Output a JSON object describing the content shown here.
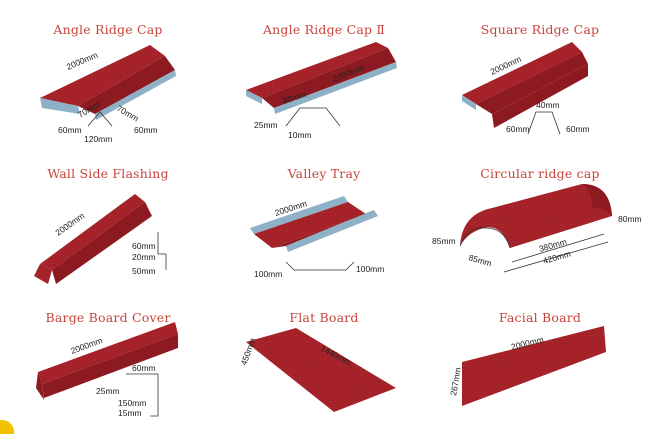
{
  "items": [
    {
      "title": "Angle Ridge Cap",
      "dims": [
        "2000mm",
        "70mm",
        "70mm",
        "60mm",
        "60mm",
        "120mm"
      ]
    },
    {
      "title": "Angle Ridge Cap Ⅱ",
      "dims": [
        "2000mm",
        "80mm",
        "25mm",
        "10mm"
      ]
    },
    {
      "title": "Square Ridge Cap",
      "dims": [
        "2000mm",
        "40mm",
        "60mm",
        "60mm"
      ]
    },
    {
      "title": "Wall Side Flashing",
      "dims": [
        "2000mm",
        "60mm",
        "20mm",
        "50mm"
      ]
    },
    {
      "title": "Valley Tray",
      "dims": [
        "2000mm",
        "100mm",
        "100mm"
      ]
    },
    {
      "title": "Circular ridge cap",
      "dims": [
        "80mm",
        "85mm",
        "380mm",
        "85mm",
        "420mm"
      ]
    },
    {
      "title": "Barge Board Cover",
      "dims": [
        "2000mm",
        "60mm",
        "25mm",
        "150mm",
        "15mm"
      ]
    },
    {
      "title": "Flat Board",
      "dims": [
        "450mm",
        "1440mm"
      ]
    },
    {
      "title": "Facial Board",
      "dims": [
        "2000mm",
        "267mm"
      ]
    }
  ],
  "colors": {
    "title": "#c8443b",
    "metal_red": "#a8232a",
    "metal_edge": "#8fb1c8",
    "corner": "#f2c200"
  }
}
